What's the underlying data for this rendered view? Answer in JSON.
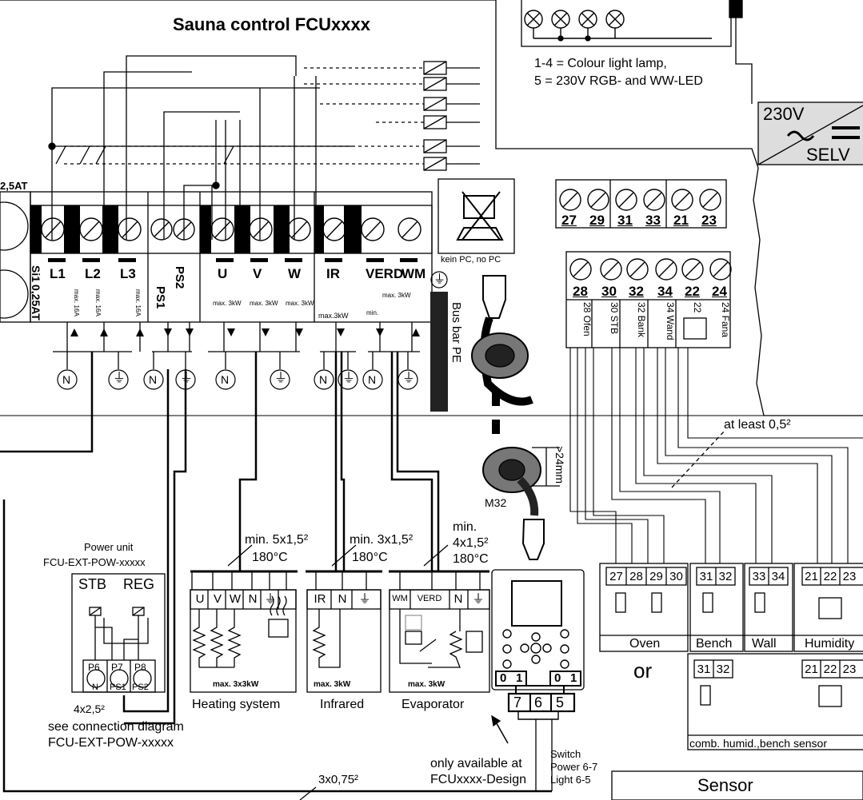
{
  "title": "Sauna control FCUxxxx",
  "lamps_note": [
    "1-4 = Colour light lamp,",
    "5 = 230V RGB- and WW-LED"
  ],
  "psu": {
    "input": "230V",
    "output": "SELV",
    "symbol": "~"
  },
  "fuse": {
    "top": "2,5AT",
    "bottom_label": "Si1",
    "bottom_value": "0,25AT"
  },
  "terminals": {
    "left_group": [
      "L1",
      "L2",
      "L3"
    ],
    "ps_group": [
      "PS1",
      "PS2"
    ],
    "heater_group": [
      "U",
      "V",
      "W"
    ],
    "ir_group": [
      "IR"
    ],
    "evap_group": [
      "VERD",
      "WM"
    ],
    "ratings": {
      "fuse": "max. 16A",
      "heater": "max. 3kW",
      "ir": "max.3kW",
      "evap": "max. 3kW",
      "evap_min": "min."
    }
  },
  "ground_labels": {
    "neutral": "N",
    "earth": "⏚"
  },
  "pc_note": "kein PC, no PC",
  "busbar": "Bus bar PE",
  "sensor_terminals": {
    "top": [
      "27",
      "29",
      "31",
      "33",
      "21",
      "23"
    ],
    "bottom": [
      "28",
      "30",
      "32",
      "34",
      "22",
      "24"
    ],
    "labels": [
      "28 Ofen",
      "30 STB",
      "32 Bank",
      "34 Wand",
      "22",
      "24 Fana"
    ]
  },
  "cable": {
    "gland": "M32",
    "diameter": ">24mm",
    "min_cross": "at least 0,5²"
  },
  "specs": {
    "heating": [
      "min. 5x1,5²",
      "180°C"
    ],
    "infrared": [
      "min. 3x1,5²",
      "180°C"
    ],
    "evaporator": [
      "min.",
      "4x1,5²",
      "180°C"
    ]
  },
  "loads": {
    "heating": {
      "terminals": [
        "U",
        "V",
        "W",
        "N",
        "⏚"
      ],
      "rating": "max. 3x3kW",
      "name": "Heating system"
    },
    "infrared": {
      "terminals": [
        "IR",
        "N",
        "⏚"
      ],
      "rating": "max. 3kW",
      "name": "Infrared"
    },
    "evaporator": {
      "terminals": [
        "WM",
        "VERD",
        "N",
        "⏚"
      ],
      "rating": "max. 3kW",
      "name": "Evaporator"
    }
  },
  "power_unit": {
    "title": "Power unit",
    "model": "FCU-EXT-POW-xxxxx",
    "relays": [
      "STB",
      "REG"
    ],
    "pins": [
      "P6",
      "P7",
      "P8"
    ],
    "pin_labels": [
      "N",
      "PS1",
      "PS2"
    ],
    "cable": "4x2,5²",
    "note_1": "see connection diagram",
    "note_2": "FCU-EXT-POW-xxxxx"
  },
  "panel": {
    "left_switch": [
      "0",
      "1"
    ],
    "right_switch": [
      "0",
      "1"
    ],
    "connector": [
      "7",
      "6",
      "5"
    ]
  },
  "switch_note": [
    "Switch",
    "Power 6-7",
    "Light  6-5"
  ],
  "design_note": [
    "only available at",
    "FCUxxxx-Design"
  ],
  "bus_cable": "3x0,75²",
  "sensors": {
    "groups": [
      {
        "terminals": [
          "27",
          "28",
          "29",
          "30"
        ],
        "name": "Oven"
      },
      {
        "terminals": [
          "31",
          "32"
        ],
        "name": "Bench"
      },
      {
        "terminals": [
          "33",
          "34"
        ],
        "name": "Wall"
      },
      {
        "terminals": [
          "21",
          "22",
          "23"
        ],
        "name": "Humidity"
      }
    ],
    "or": "or",
    "comb_terminals_a": [
      "31",
      "32"
    ],
    "comb_terminals_b": [
      "21",
      "22",
      "23"
    ],
    "comb_label": "comb. humid.,bench sensor",
    "sensor_box": "Sensor"
  }
}
